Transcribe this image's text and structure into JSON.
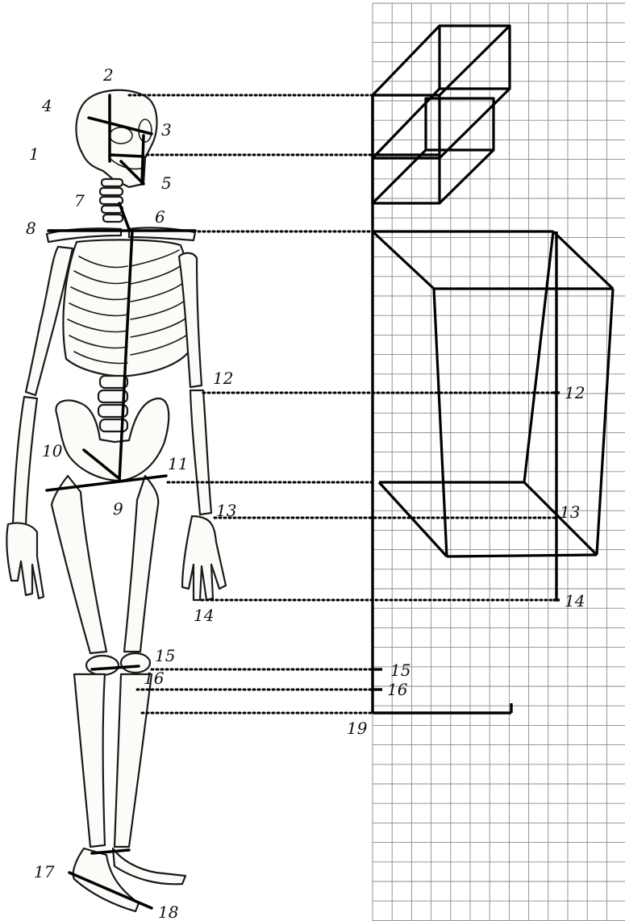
{
  "labels": {
    "l1": "1",
    "l2": "2",
    "l3": "3",
    "l4": "4",
    "l5": "5",
    "l6": "6",
    "l7": "7",
    "l8": "8",
    "l9": "9",
    "l10": "10",
    "l11": "11",
    "l12": "12",
    "l13": "13",
    "l14": "14",
    "l15": "15",
    "l16": "16",
    "l17": "17",
    "l18": "18",
    "l19": "19",
    "g12": "12",
    "g13": "13",
    "g14": "14",
    "g15": "15",
    "g16": "16"
  }
}
